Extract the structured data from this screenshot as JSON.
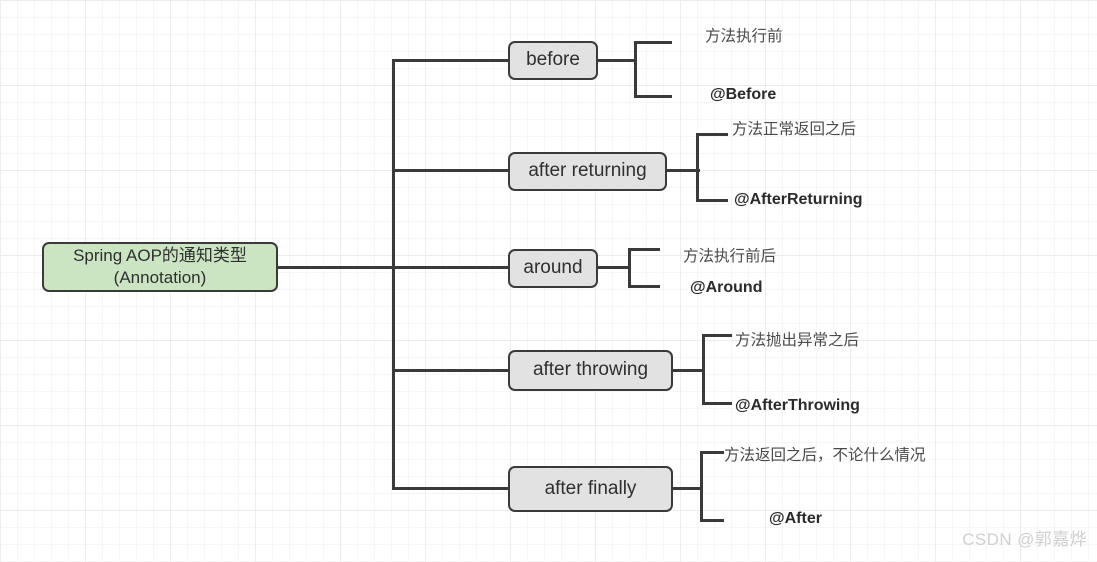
{
  "diagram": {
    "root": {
      "label": "Spring AOP的通知类型\n(Annotation)",
      "fill": "#cbe5c3",
      "stroke": "#3a3a3a"
    },
    "branch_fill": "#e2e2e2",
    "branches": [
      {
        "label": "before",
        "description": "方法执行前",
        "annotation": "@Before"
      },
      {
        "label": "after returning",
        "description": "方法正常返回之后",
        "annotation": "@AfterReturning"
      },
      {
        "label": "around",
        "description": "方法执行前后",
        "annotation": "@Around"
      },
      {
        "label": "after throwing",
        "description": "方法抛出异常之后",
        "annotation": "@AfterThrowing"
      },
      {
        "label": "after finally",
        "description": "方法返回之后，不论什么情况",
        "annotation": "@After"
      }
    ]
  },
  "watermark": {
    "text": "CSDN @郭嘉烨"
  }
}
